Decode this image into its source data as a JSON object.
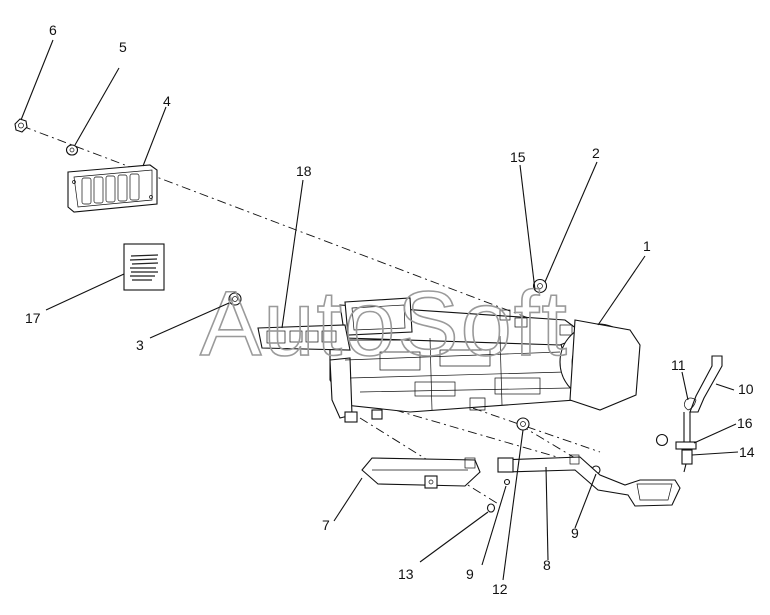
{
  "watermark": "AutoSoft",
  "callouts": [
    {
      "id": "c1",
      "text": "1"
    },
    {
      "id": "c2",
      "text": "2"
    },
    {
      "id": "c3",
      "text": "3"
    },
    {
      "id": "c4",
      "text": "4"
    },
    {
      "id": "c5",
      "text": "5"
    },
    {
      "id": "c6",
      "text": "6"
    },
    {
      "id": "c7",
      "text": "7"
    },
    {
      "id": "c8",
      "text": "8"
    },
    {
      "id": "c9a",
      "text": "9"
    },
    {
      "id": "c9b",
      "text": "9"
    },
    {
      "id": "c10",
      "text": "10"
    },
    {
      "id": "c11",
      "text": "11"
    },
    {
      "id": "c12",
      "text": "12"
    },
    {
      "id": "c13",
      "text": "13"
    },
    {
      "id": "c14",
      "text": "14"
    },
    {
      "id": "c15",
      "text": "15"
    },
    {
      "id": "c16",
      "text": "16"
    },
    {
      "id": "c17",
      "text": "17"
    },
    {
      "id": "c18",
      "text": "18"
    }
  ]
}
